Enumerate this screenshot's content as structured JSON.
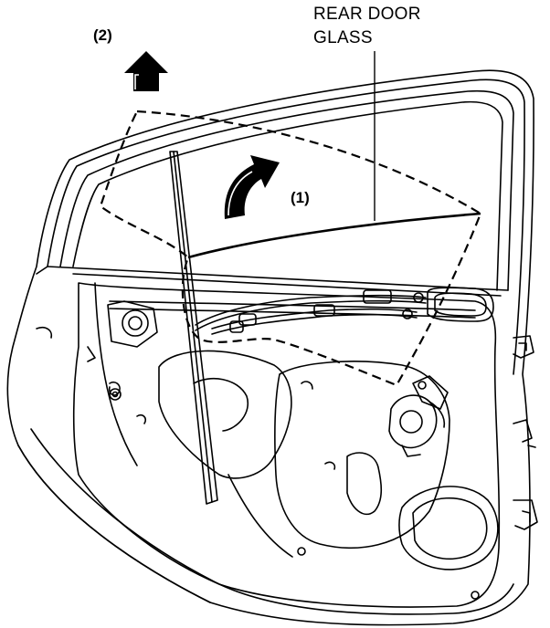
{
  "labels": {
    "step_2": "(2)",
    "step_1": "(1)",
    "part_line1": "REAR DOOR",
    "part_line2": "GLASS"
  },
  "colors": {
    "line": "#000000",
    "background": "#ffffff"
  },
  "icons": {
    "step_2_arrow": "up-arrow-icon",
    "step_1_arrow": "curved-arrow-icon"
  }
}
